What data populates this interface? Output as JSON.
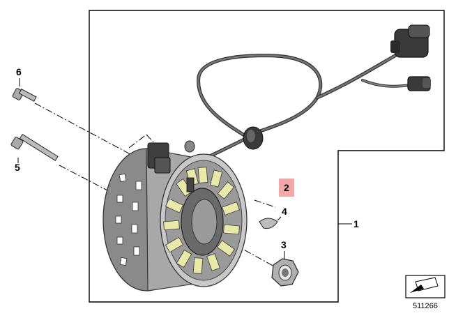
{
  "callouts": {
    "c1": "1",
    "c2": "2",
    "c3": "3",
    "c4": "4",
    "c5": "5",
    "c6": "6"
  },
  "highlight_color": "#f2a8a8",
  "document_number": "511266",
  "icons": {
    "corner": "arrow-diagram-icon"
  }
}
